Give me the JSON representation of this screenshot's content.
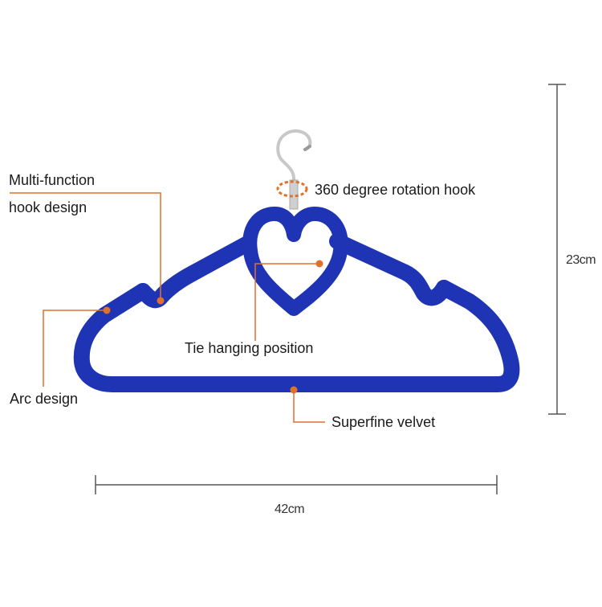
{
  "colors": {
    "hanger": "#1f34b4",
    "hanger_edge": "#16279a",
    "callout": "#e0712b",
    "dimension": "#555555",
    "hook": "#c8c8c8"
  },
  "annotations": {
    "multi_function_line1": "Multi-function",
    "multi_function_line2": "hook design",
    "rotation_hook": "360 degree rotation hook",
    "tie_hanging": "Tie hanging position",
    "arc_design": "Arc design",
    "superfine_velvet": "Superfine velvet"
  },
  "dimensions": {
    "height": "23cm",
    "width": "42cm"
  }
}
